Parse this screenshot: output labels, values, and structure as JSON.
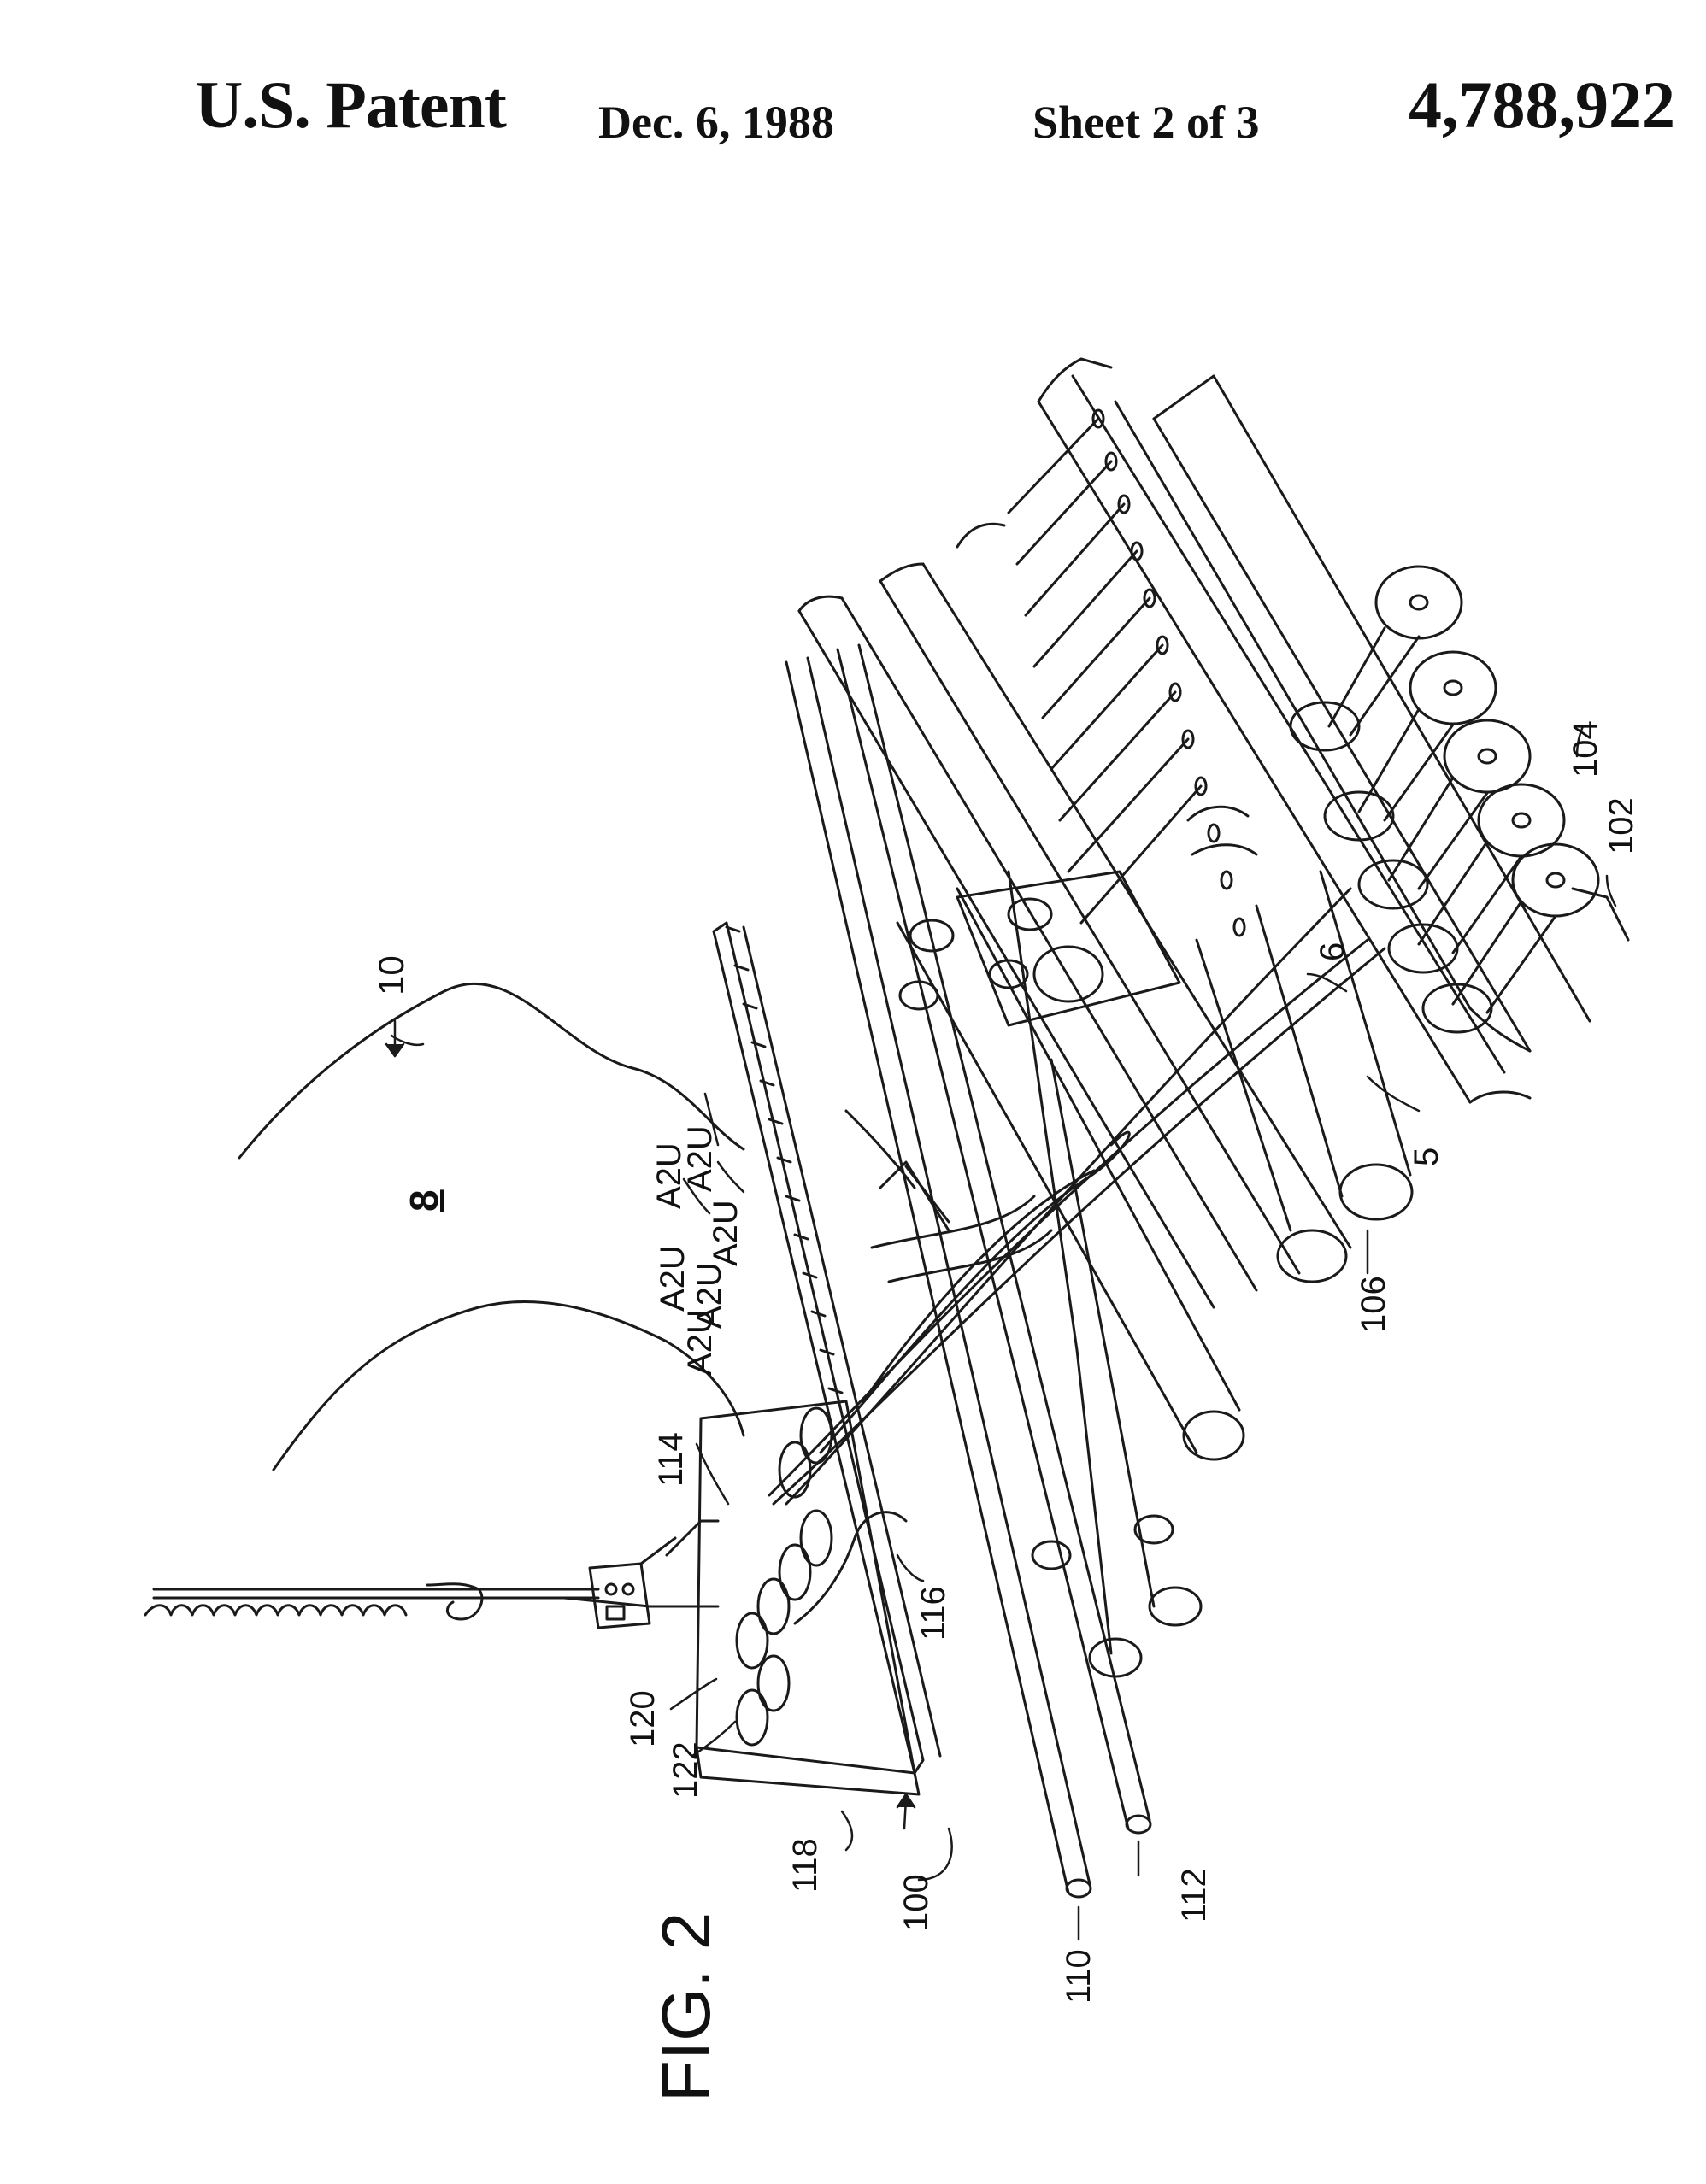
{
  "header": {
    "label": "U.S. Patent",
    "date": "Dec. 6, 1988",
    "sheet": "Sheet 2 of 3",
    "number": "4,788,922"
  },
  "figure": {
    "caption": "FIG. 2",
    "reference_labels": {
      "r10": "10",
      "r8": "8",
      "a2u_1": "A2U",
      "a2u_2": "A2U",
      "a2u_3": "A2U",
      "a2u_4": "A2U",
      "a2u_5": "A2U",
      "a2u_6": "A2U",
      "r114": "114",
      "r116": "116",
      "r120": "120",
      "r122": "122",
      "r118": "118",
      "r100": "100",
      "r110": "110",
      "r112": "112",
      "r106": "106",
      "r5": "5",
      "r6": "6",
      "r102": "102",
      "r104": "104"
    }
  }
}
